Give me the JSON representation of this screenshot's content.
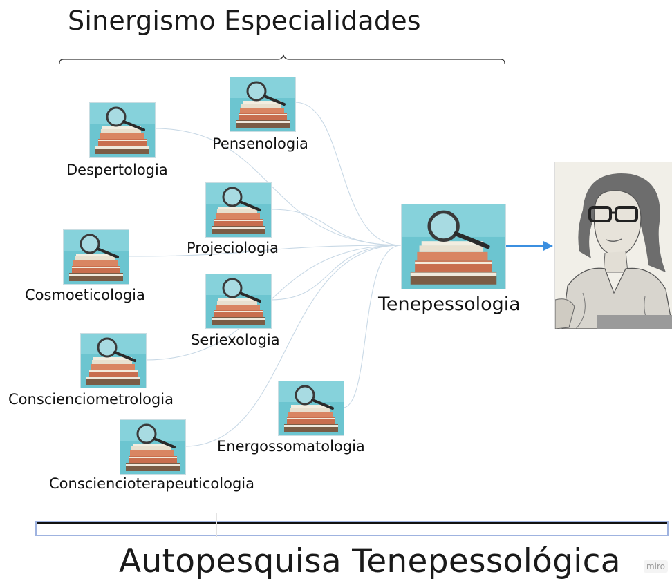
{
  "title_top": "Sinergismo Especialidades",
  "title_bottom": "Autopesquisa Tenepessológica",
  "badge": "miro",
  "colors": {
    "connector": "#c9d9e6",
    "arrow": "#3b8fe0",
    "thumb_bg": "#5ec0cd",
    "text": "#111111"
  },
  "icons": {
    "specialty": "books-magnifier-icon",
    "researcher": "researcher-portrait-icon"
  },
  "central": {
    "label": "Tenepessologia"
  },
  "nodes": [
    {
      "id": "pensenologia",
      "label": "Pensenologia"
    },
    {
      "id": "despertologia",
      "label": "Despertologia"
    },
    {
      "id": "projeciologia",
      "label": "Projeciologia"
    },
    {
      "id": "cosmoeticologia",
      "label": "Cosmoeticologia"
    },
    {
      "id": "seriexologia",
      "label": "Seriexologia"
    },
    {
      "id": "conscienciometrologia",
      "label": "Conscienciometrologia"
    },
    {
      "id": "energossomatologia",
      "label": "Energossomatologia"
    },
    {
      "id": "conscienciot",
      "label": "Conscienciot­erapeuticologia"
    }
  ]
}
